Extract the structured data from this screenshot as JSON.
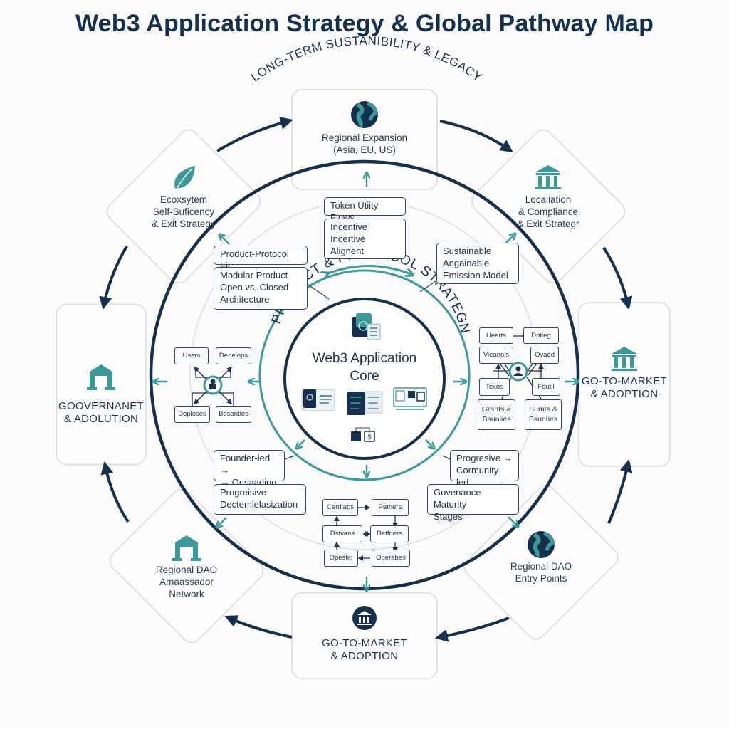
{
  "title": "Web3 Application Strategy & Global Pathway Map",
  "colors": {
    "navy": "#15304f",
    "teal": "#3a9a9a",
    "box_border": "#2d4764",
    "segment_border": "#d8dadd",
    "background": "#fbfbfb"
  },
  "outer_ring_label": "LONG-TERM SUSTANIBILITY & LEGACY",
  "inner_ring_label": "PRODUCT & PROTOCOL STRATEGN",
  "core": {
    "title_line1": "Web3 Application",
    "title_line2": "Core",
    "icons": [
      "identity-card-icon",
      "dashboard-panel-icon",
      "code-screen-icon",
      "document-flow-icon",
      "ledger-icon"
    ]
  },
  "outer_segments": [
    {
      "id": "top",
      "icon": "globe-icon",
      "lines": [
        "Regional Expansion",
        "(Asia, EU, US)"
      ]
    },
    {
      "id": "top-right",
      "icon": "bank-icon",
      "lines": [
        "Localiation",
        "& Compliance",
        "& Exit Strategr"
      ]
    },
    {
      "id": "right",
      "icon": "bank-icon",
      "lines": [
        "GO-TO-MARKET",
        "& ADOPTION"
      ]
    },
    {
      "id": "bottom-right",
      "icon": "globe-icon",
      "lines": [
        "Regional DAO",
        "Entry Points"
      ]
    },
    {
      "id": "bottom",
      "icon": "bank-circle-icon",
      "lines": [
        "GO-TO-MARKET",
        "& ADOPTION"
      ]
    },
    {
      "id": "bottom-left",
      "icon": "gateway-icon",
      "lines": [
        "Regional DAO",
        "Amaassador",
        "Network"
      ]
    },
    {
      "id": "left",
      "icon": "gateway-icon",
      "lines": [
        "GOOVERNANET",
        "& ADOLUTION"
      ]
    },
    {
      "id": "top-left",
      "icon": "leaf-icon",
      "lines": [
        "Ecoxsytem",
        "Self-Suficency",
        "& Exit Strategy"
      ]
    }
  ],
  "boxes": {
    "token_utility": "Token Utiity Flows",
    "incentive": [
      "Incentive",
      "Incertive Alignent"
    ],
    "product_protocol_fit": "Product-Protocol Fit",
    "modular_product": [
      "Modular Product",
      "Open vs, Closed",
      "Architecture"
    ],
    "sustainable": [
      "Sustainable",
      "Angainable",
      "Emission Model"
    ],
    "founder_led": [
      "Founder-led →",
      "→ Onsaading"
    ],
    "progressive_decent": [
      "Progreisive",
      "Dectemlelasization"
    ],
    "progressive_community": [
      "Progresive →",
      "Cormunity-led"
    ],
    "governance_maturity": [
      "Govenance Maturity",
      "Stages"
    ]
  },
  "left_cluster": {
    "nodes": [
      "Users",
      "Denelops",
      "Doploses",
      "Besanties"
    ],
    "hub_icon": "lock-user-icon"
  },
  "right_cluster": {
    "nodes": [
      "Ueerts",
      "Dotieg",
      "Vieanols",
      "Ovaéd",
      "Texos",
      "Foutil",
      "Grants & Bsunlies",
      "Sumts & Bsunties"
    ],
    "hub_icon": "user-circle-icon"
  },
  "bottom_cluster": {
    "nodes": [
      "Cerdiaps",
      "Pethers",
      "Dstvans",
      "Detfners",
      "Opestiq",
      "Operabes"
    ]
  }
}
